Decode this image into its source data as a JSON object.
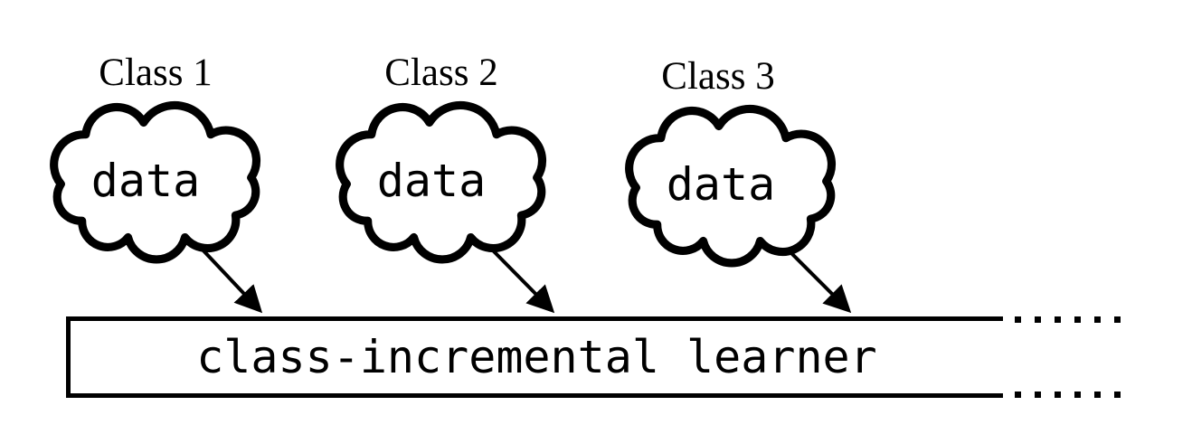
{
  "colors": {
    "ink": "#000000",
    "background": "#ffffff"
  },
  "clouds": [
    {
      "label": "Class 1",
      "content": "data"
    },
    {
      "label": "Class 2",
      "content": "data"
    },
    {
      "label": "Class 3",
      "content": "data"
    }
  ],
  "learner_box": {
    "label": "class-incremental learner"
  },
  "arrows": [
    {
      "from": "Class 1 data",
      "to": "class-incremental learner"
    },
    {
      "from": "Class 2 data",
      "to": "class-incremental learner"
    },
    {
      "from": "Class 3 data",
      "to": "class-incremental learner"
    }
  ],
  "continuation": {
    "style": "dotted",
    "rows": 2,
    "dots_per_row": 6
  }
}
